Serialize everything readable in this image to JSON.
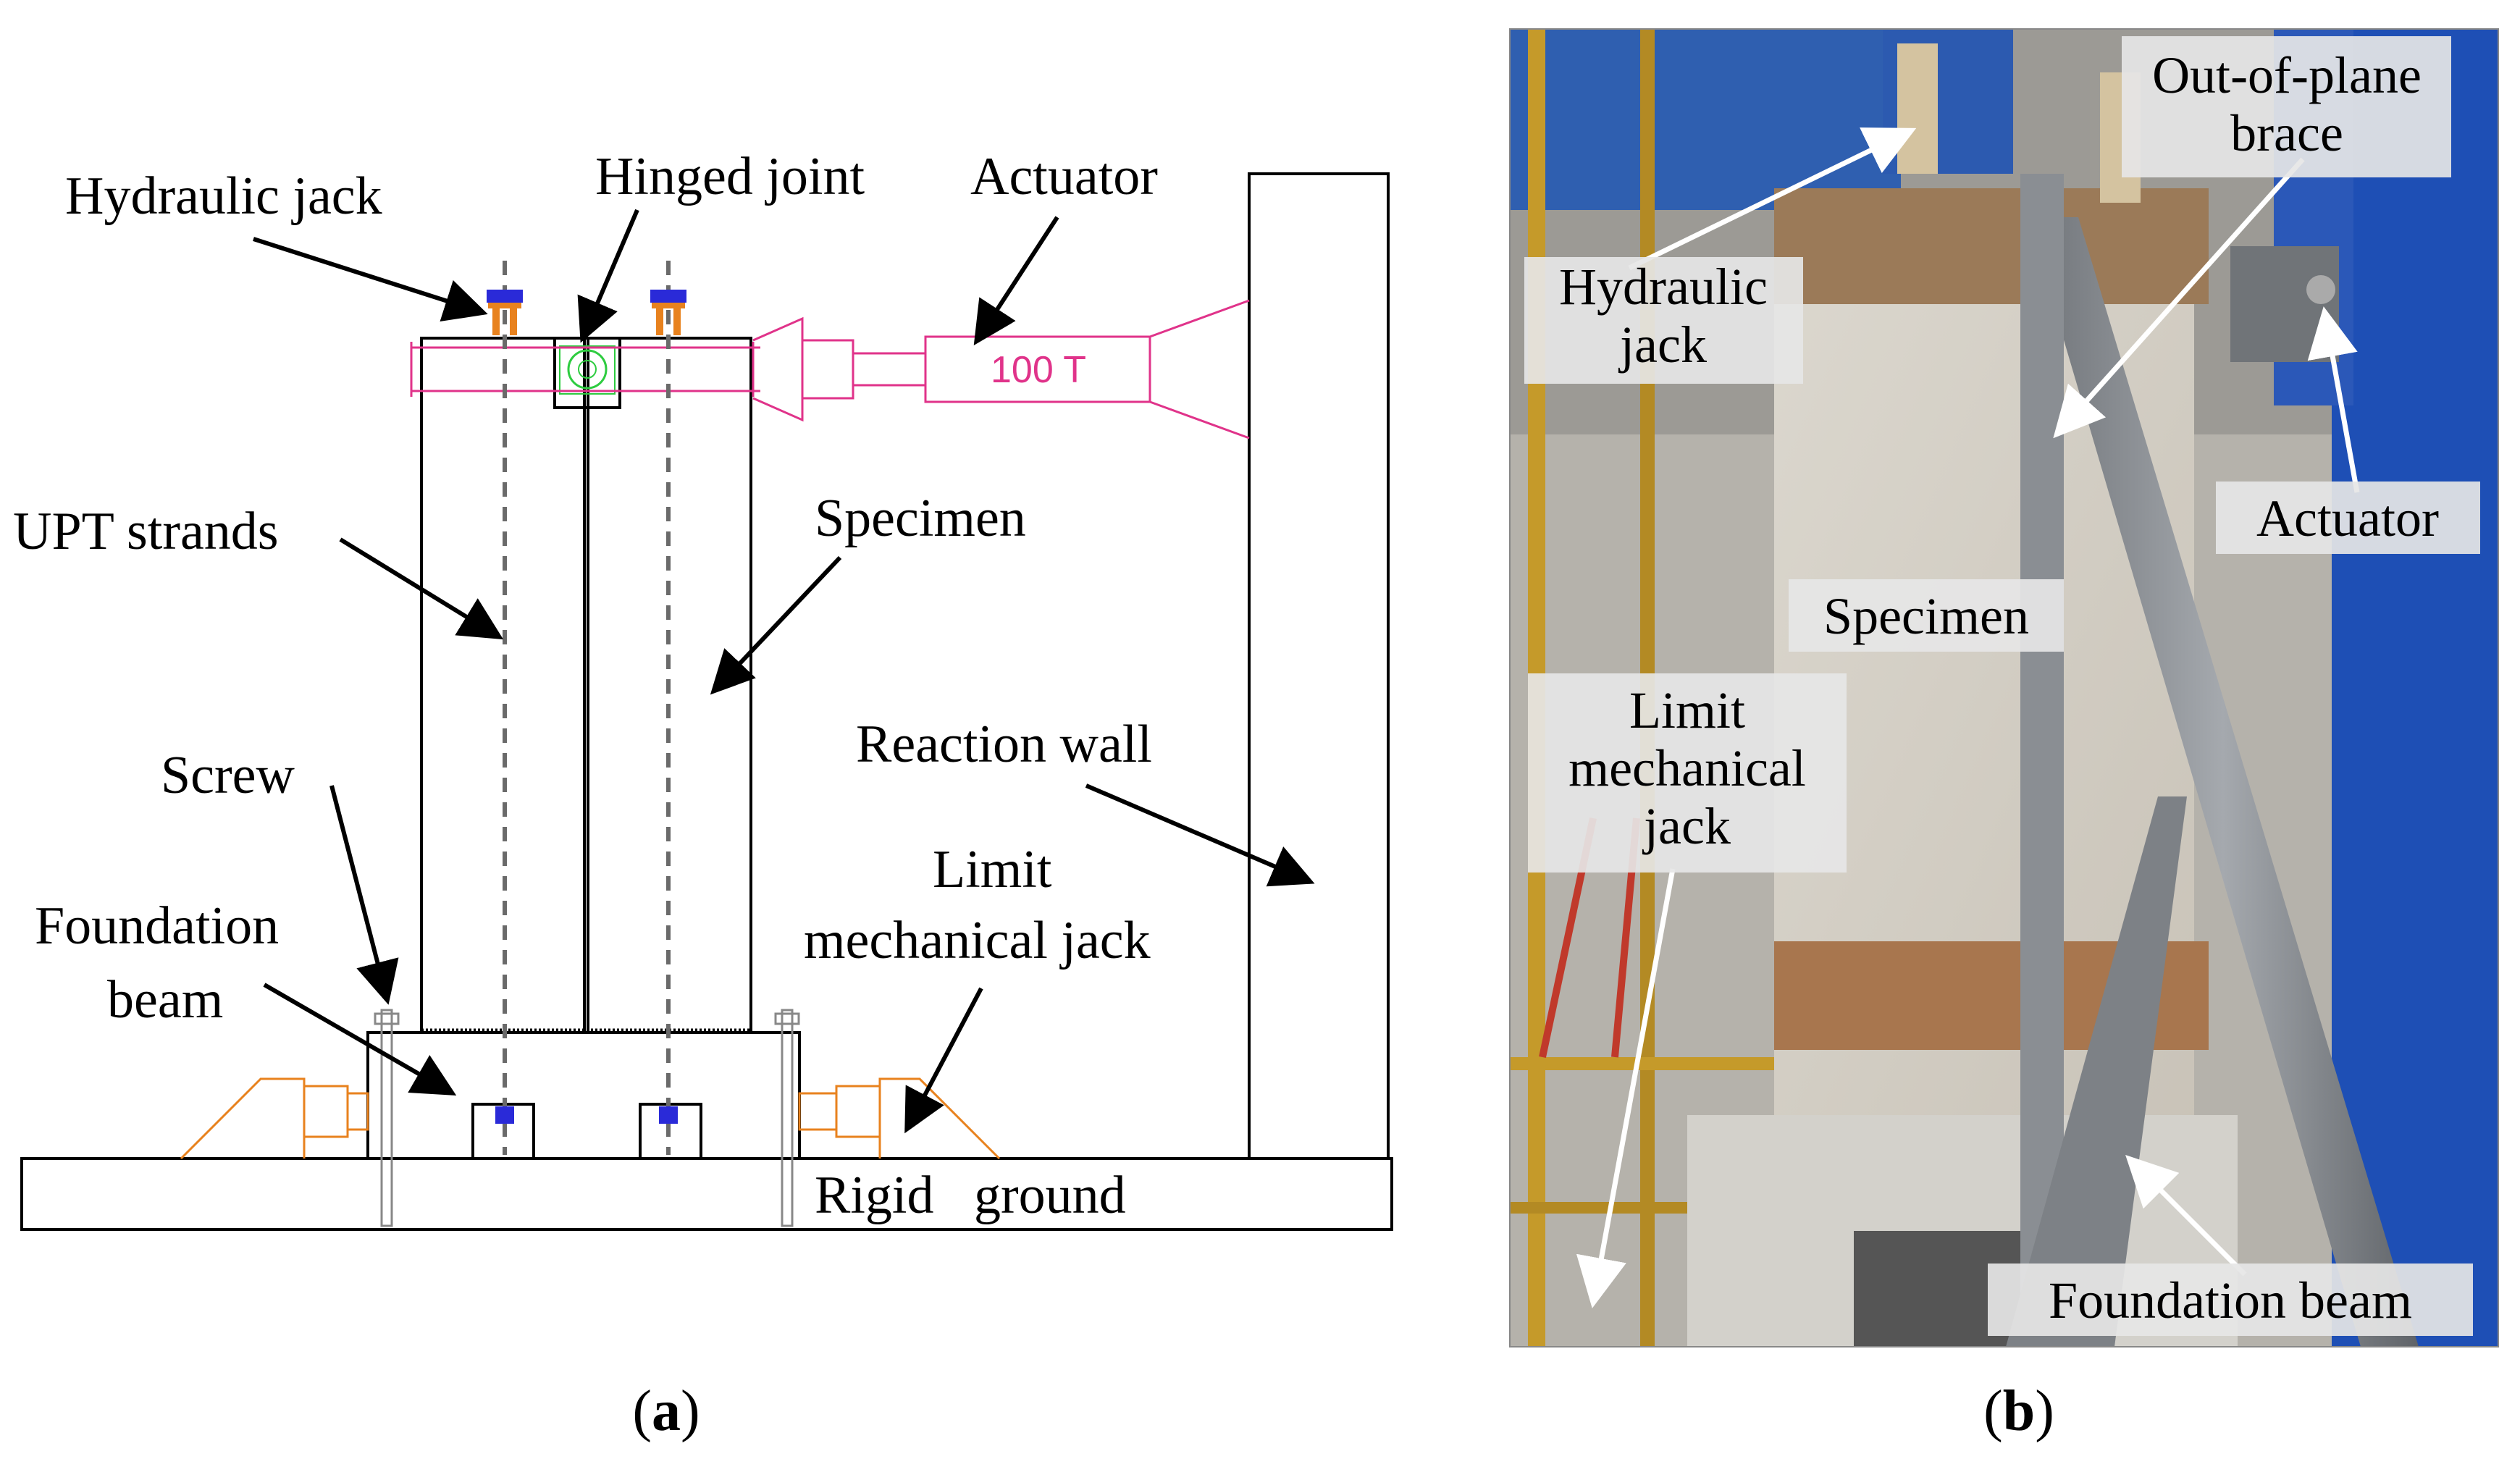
{
  "panel_a": {
    "caption_letter": "a",
    "labels": {
      "hydraulic_jack": "Hydraulic jack",
      "hinged_joint": "Hinged joint",
      "actuator": "Actuator",
      "upt_strands": "UPT strands",
      "specimen": "Specimen",
      "reaction_wall": "Reaction wall",
      "screw": "Screw",
      "foundation_beam_1": "Foundation",
      "foundation_beam_2": "beam",
      "limit_jack_1": "Limit",
      "limit_jack_2": "mechanical jack",
      "rigid_ground": "Rigid   ground",
      "actuator_capacity": "100 T"
    },
    "colors": {
      "line": "#000000",
      "actuator": "#e0338a",
      "jack": "#e8821e",
      "bolt": "#2a2ad8",
      "hinge": "#2ecc40"
    }
  },
  "panel_b": {
    "caption_letter": "b",
    "labels": {
      "out_of_plane_1": "Out-of-plane",
      "out_of_plane_2": "brace",
      "hydraulic_jack_1": "Hydraulic",
      "hydraulic_jack_2": "jack",
      "actuator": "Actuator",
      "specimen": "Specimen",
      "limit_1": "Limit",
      "limit_2": "mechanical",
      "limit_3": "jack",
      "foundation_beam": "Foundation beam"
    },
    "label_bg": "#e6e6e6"
  }
}
